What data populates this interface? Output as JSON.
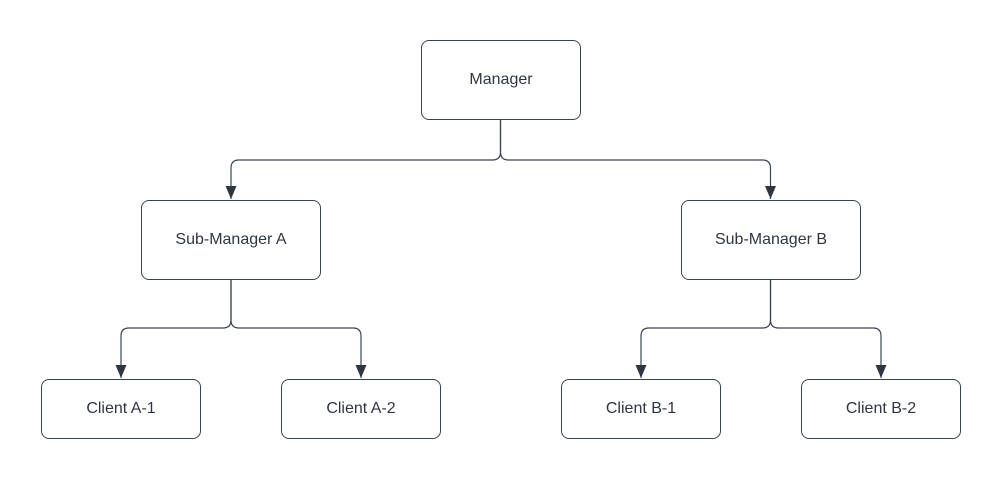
{
  "diagram": {
    "type": "org-chart",
    "colors": {
      "background": "#ffffff",
      "node_fill": "#ffffff",
      "node_border": "#3a4351",
      "text": "#2f3642",
      "connector": "#3a4351",
      "arrowhead": "#2f3642"
    },
    "nodes": {
      "manager": {
        "label": "Manager"
      },
      "sub_a": {
        "label": "Sub-Manager A"
      },
      "sub_b": {
        "label": "Sub-Manager B"
      },
      "client_a1": {
        "label": "Client A-1"
      },
      "client_a2": {
        "label": "Client A-2"
      },
      "client_b1": {
        "label": "Client B-1"
      },
      "client_b2": {
        "label": "Client B-2"
      }
    },
    "edges": [
      {
        "from": "Manager",
        "to": "Sub-Manager A"
      },
      {
        "from": "Manager",
        "to": "Sub-Manager B"
      },
      {
        "from": "Sub-Manager A",
        "to": "Client A-1"
      },
      {
        "from": "Sub-Manager A",
        "to": "Client A-2"
      },
      {
        "from": "Sub-Manager B",
        "to": "Client B-1"
      },
      {
        "from": "Sub-Manager B",
        "to": "Client B-2"
      }
    ]
  }
}
